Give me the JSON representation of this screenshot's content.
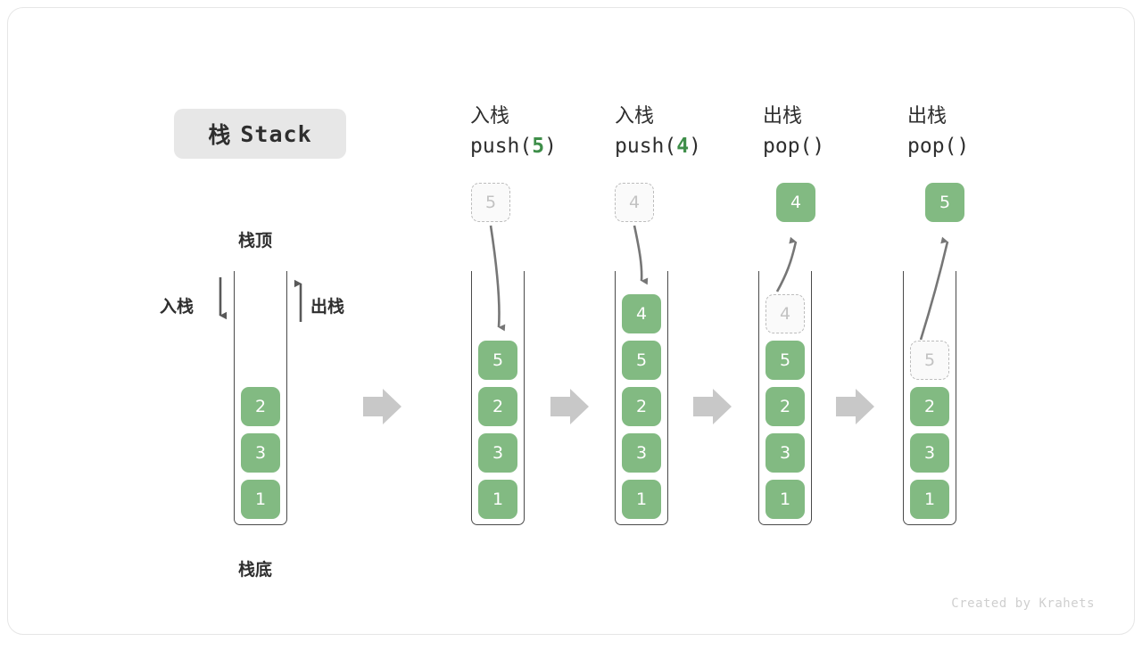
{
  "title": {
    "cn": "栈",
    "en": "Stack"
  },
  "labels": {
    "top": "栈顶",
    "bottom": "栈底",
    "push_side": "入栈",
    "pop_side": "出栈"
  },
  "footer": "Created by Krahets",
  "colors": {
    "element_fill": "#82ba82",
    "element_text": "#ffffff",
    "ghost_border": "#bdbdbd",
    "ghost_text": "#c2c2c2",
    "accent_green": "#3e8e49",
    "arrow_grey": "#767676",
    "separator_grey": "#c8c8c8",
    "chip_bg": "#e7e7e7",
    "card_border": "#e6e6e6"
  },
  "steps": [
    {
      "id": "initial",
      "header_cn": "",
      "header_code": "",
      "header_arg": "",
      "stack": [
        "2",
        "3",
        "1"
      ],
      "floating": null,
      "incoming": null
    },
    {
      "id": "push-5",
      "header_cn": "入栈",
      "header_code_prefix": "push(",
      "header_arg": "5",
      "header_code_suffix": ")",
      "stack": [
        "5",
        "2",
        "3",
        "1"
      ],
      "floating": {
        "value": "5",
        "style": "ghost"
      },
      "arrow": "down"
    },
    {
      "id": "push-4",
      "header_cn": "入栈",
      "header_code_prefix": "push(",
      "header_arg": "4",
      "header_code_suffix": ")",
      "stack": [
        "4",
        "5",
        "2",
        "3",
        "1"
      ],
      "floating": {
        "value": "4",
        "style": "ghost"
      },
      "arrow": "down"
    },
    {
      "id": "pop-1",
      "header_cn": "出栈",
      "header_code_prefix": "pop(",
      "header_arg": "",
      "header_code_suffix": ")",
      "stack": [
        "4",
        "5",
        "2",
        "3",
        "1"
      ],
      "ghost_index": 0,
      "floating": {
        "value": "4",
        "style": "filled"
      },
      "arrow": "up"
    },
    {
      "id": "pop-2",
      "header_cn": "出栈",
      "header_code_prefix": "pop(",
      "header_arg": "",
      "header_code_suffix": ")",
      "stack": [
        "5",
        "2",
        "3",
        "1"
      ],
      "ghost_index": 0,
      "floating": {
        "value": "5",
        "style": "filled"
      },
      "arrow": "up"
    }
  ],
  "separators": [
    "arrow-right",
    "arrow-right",
    "arrow-right",
    "arrow-right"
  ]
}
